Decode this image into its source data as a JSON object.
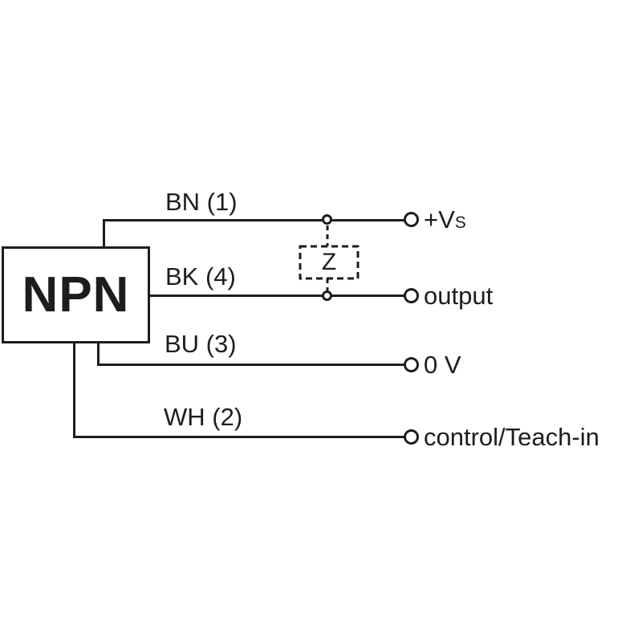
{
  "device": {
    "label": "NPN"
  },
  "wires": [
    {
      "label": "BN (1)",
      "signal": "+Vs",
      "signal_main": "+V",
      "signal_sub": "S"
    },
    {
      "label": "BK (4)",
      "signal": "output"
    },
    {
      "label": "BU (3)",
      "signal": "0 V"
    },
    {
      "label": "WH (2)",
      "signal": "control/Teach-in"
    }
  ],
  "z_block": {
    "label": "Z"
  },
  "colors": {
    "ink": "#1d1d1b",
    "background": "#ffffff"
  }
}
